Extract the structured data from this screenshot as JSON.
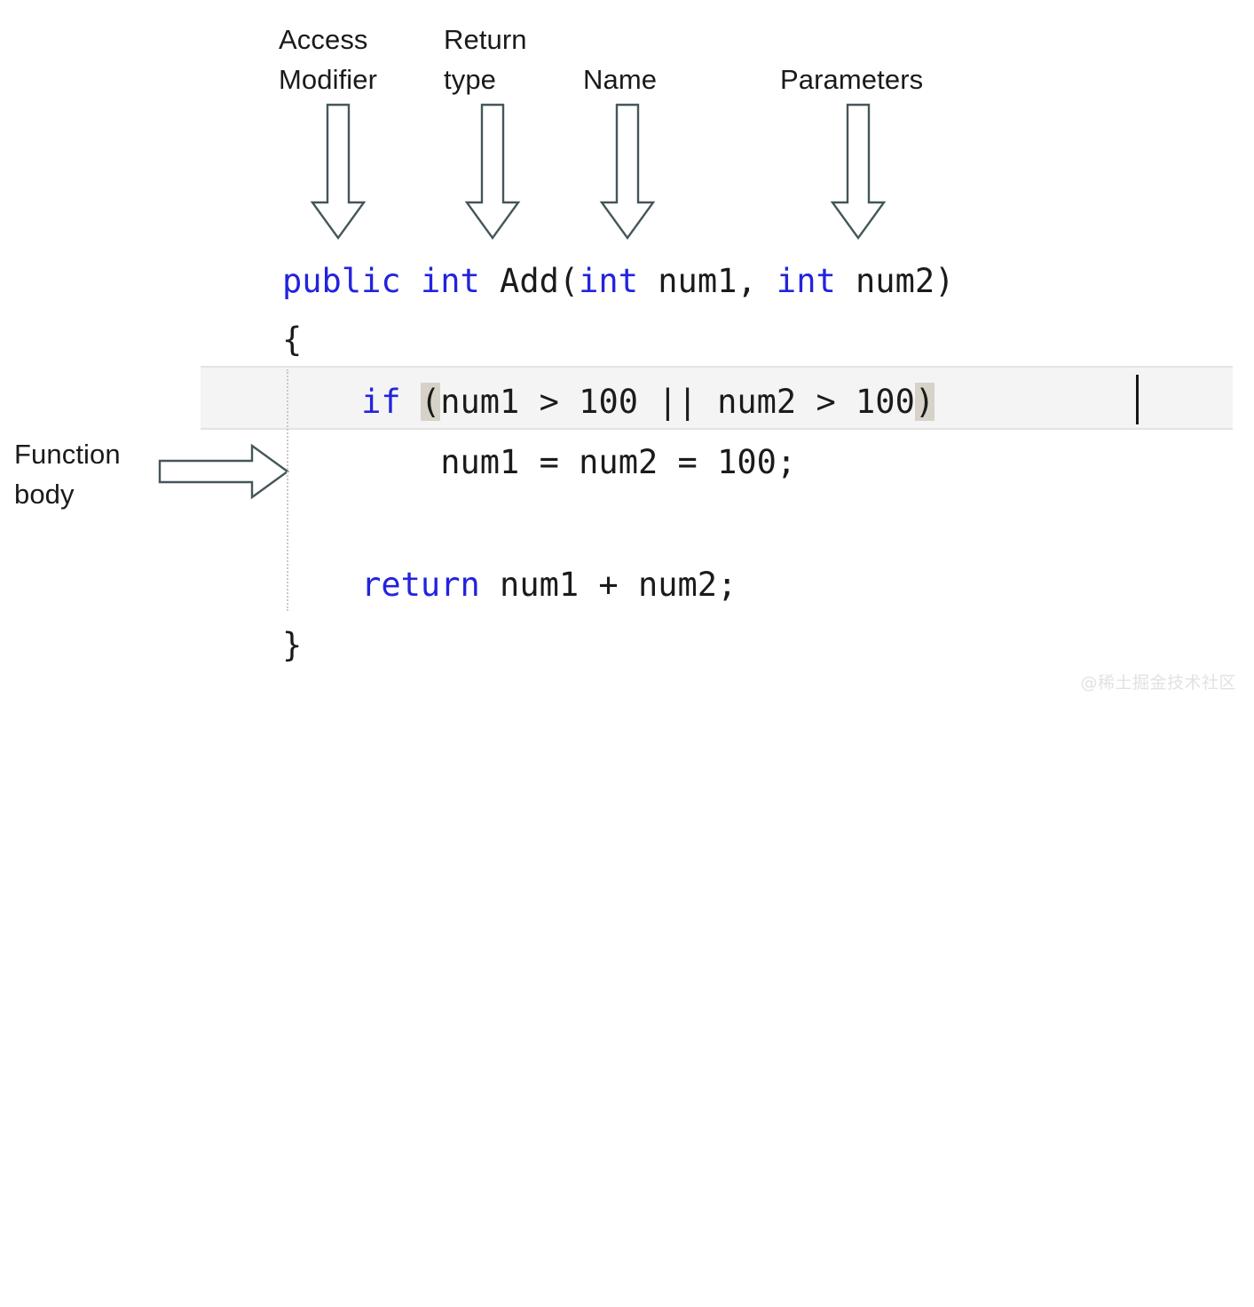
{
  "annotations": {
    "access_modifier": "Access\nModifier",
    "return_type": "Return\ntype",
    "name": "Name",
    "parameters": "Parameters",
    "function_body": "Function\nbody"
  },
  "code": {
    "signature": {
      "kw_public": "public",
      "sp1": " ",
      "kw_int": "int",
      "sp2": " ",
      "name_call": "Add(",
      "kw_int2": "int",
      "sp3": " ",
      "param1": "num1, ",
      "kw_int3": "int",
      "sp4": " ",
      "param2": "num2)"
    },
    "open_brace": "{",
    "if_line": {
      "indent": "    ",
      "kw_if": "if",
      "sp": " ",
      "paren_open": "(",
      "condition": "num1 > 100 || num2 > 100",
      "paren_close": ")"
    },
    "assign_line": "        num1 = num2 = 100;",
    "return_line": {
      "indent": "    ",
      "kw_return": "return",
      "expr": " num1 + num2;"
    },
    "close_brace": "}"
  },
  "colors": {
    "keyword_blue": "#2323dd",
    "code_black": "#1b1b1b",
    "arrow_stroke": "#44565a",
    "current_line": "#f4f4f4",
    "brace_match": "#d6d2c8",
    "watermark": "#e2e2e2"
  },
  "watermark": "@稀土掘金技术社区"
}
